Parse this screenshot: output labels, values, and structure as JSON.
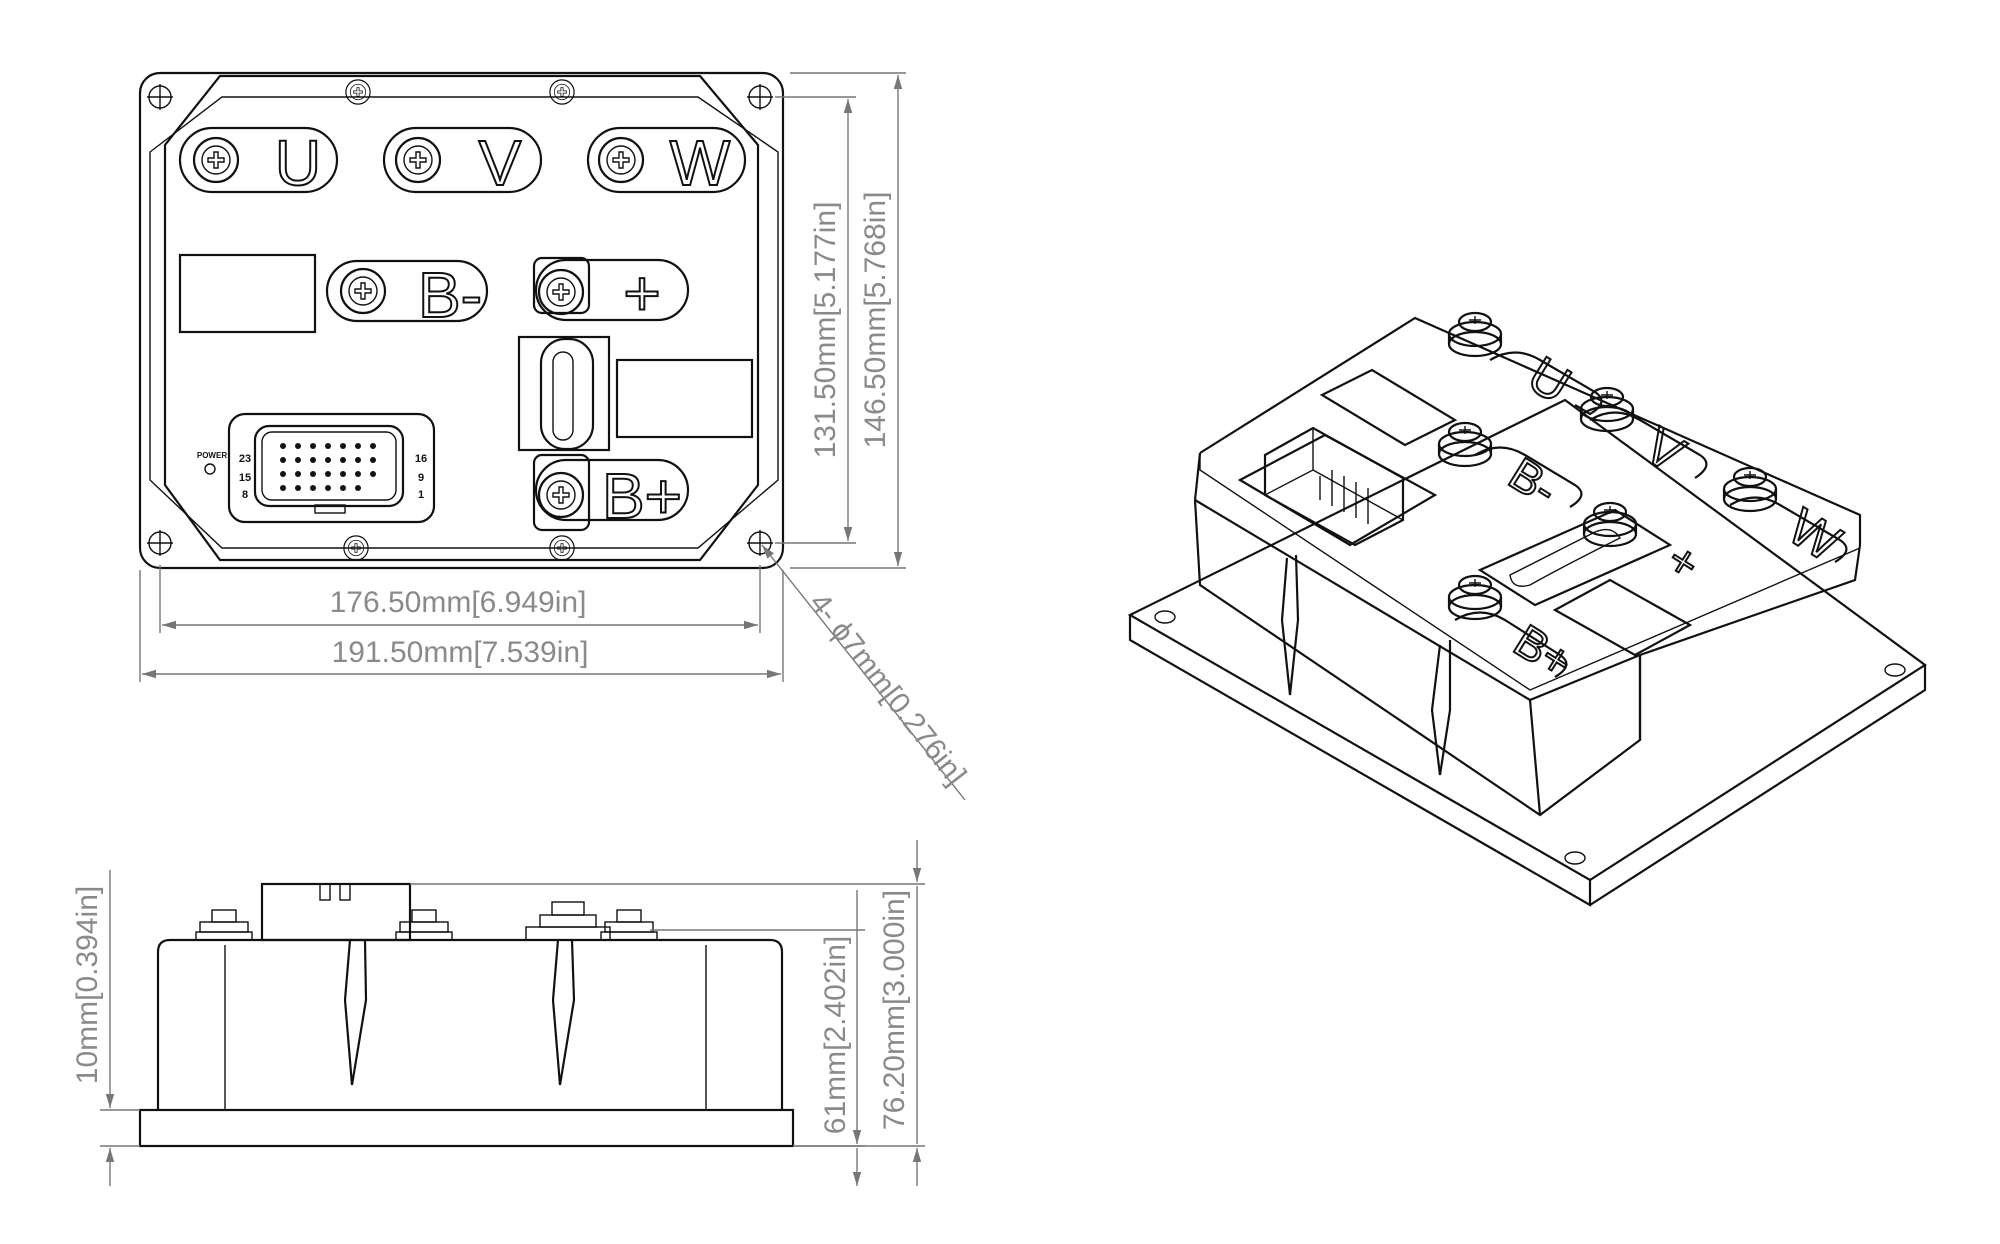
{
  "terminals": {
    "u": "U",
    "v": "V",
    "w": "W",
    "b_minus": "B-",
    "b_plus": "B+",
    "plus": "+"
  },
  "connector": {
    "power_label": "POWER",
    "pins_left_top": "23",
    "pins_left_mid": "15",
    "pins_left_bot": "8",
    "pins_right_top": "16",
    "pins_right_mid": "9",
    "pins_right_bot": "1"
  },
  "dimensions": {
    "inner_width": "176.50mm[6.949in]",
    "outer_width": "191.50mm[7.539in]",
    "inner_height": "131.50mm[5.177in]",
    "outer_height": "146.50mm[5.768in]",
    "hole": "4- ϕ7mm[0.276in]",
    "flange": "10mm[0.394in]",
    "body_height": "61mm[2.402in]",
    "total_height": "76.20mm[3.000in]"
  }
}
